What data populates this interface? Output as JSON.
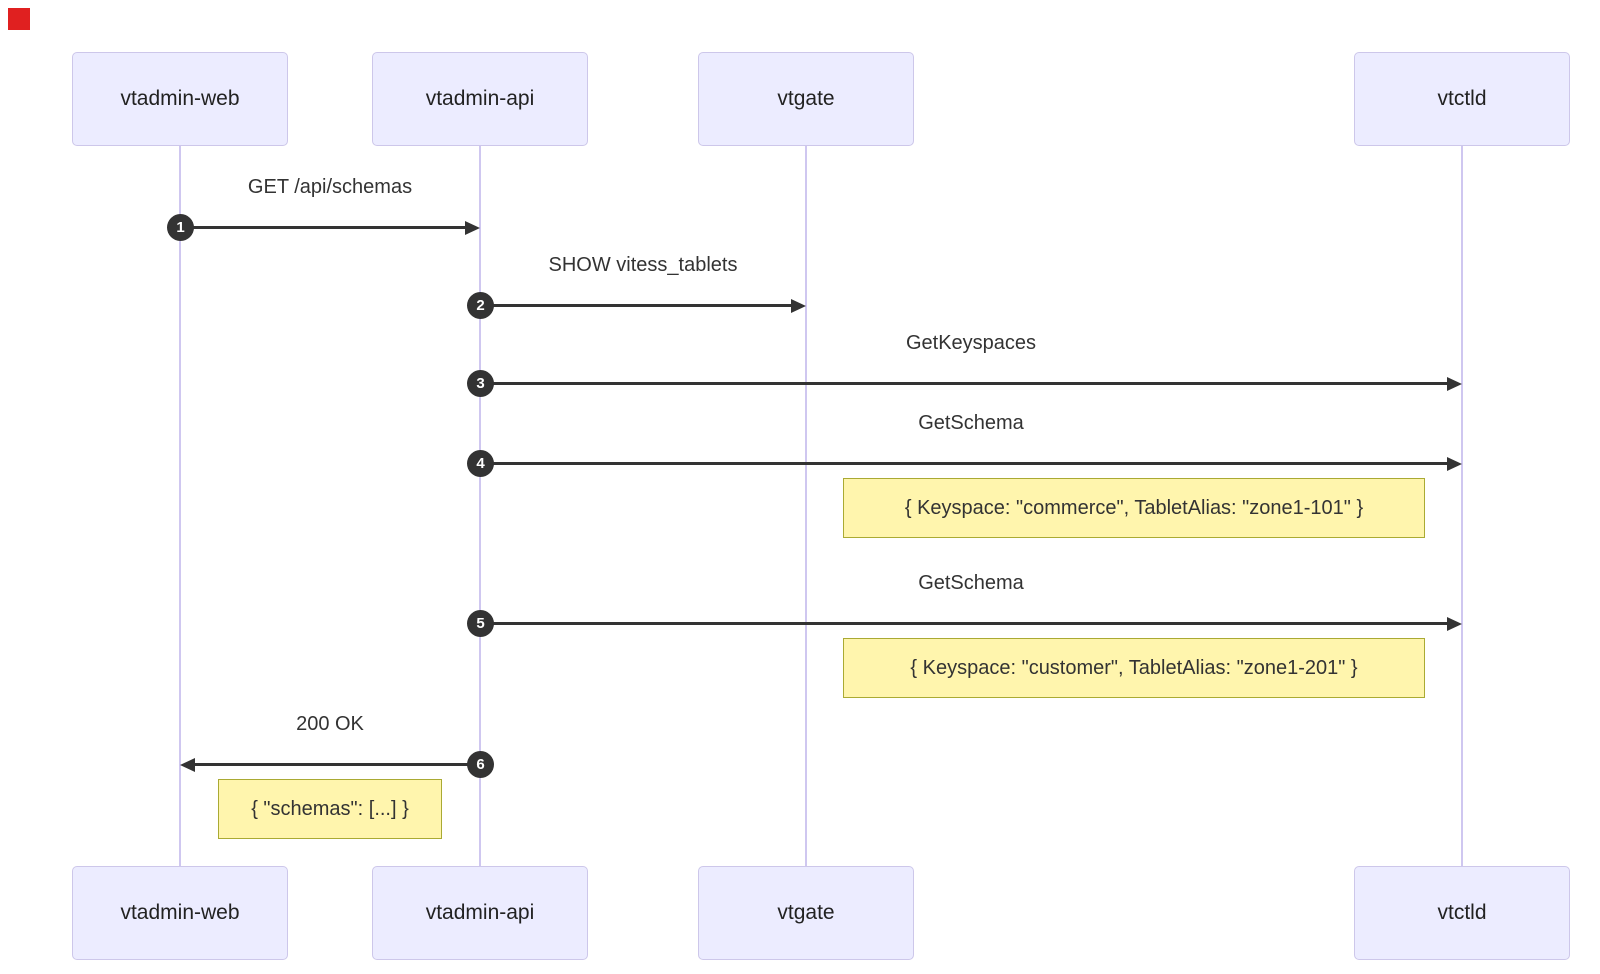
{
  "diagram_type": "sequence",
  "colors": {
    "background": "#ffffff",
    "actor_fill": "#ECECFF",
    "actor_border": "#cdc7ea",
    "actor_text": "#222222",
    "lifeline": "#cfc7f0",
    "arrow": "#333333",
    "badge_fill": "#333333",
    "badge_text": "#ffffff",
    "note_fill": "#fff5ad",
    "note_border": "#aaaa33",
    "message_text": "#333333",
    "marker_red": "#e02020"
  },
  "participants": [
    {
      "id": "vtadmin-web",
      "label": "vtadmin-web"
    },
    {
      "id": "vtadmin-api",
      "label": "vtadmin-api"
    },
    {
      "id": "vtgate",
      "label": "vtgate"
    },
    {
      "id": "vtctld",
      "label": "vtctld"
    }
  ],
  "messages": [
    {
      "number": "1",
      "from": "vtadmin-web",
      "to": "vtadmin-api",
      "label": "GET /api/schemas"
    },
    {
      "number": "2",
      "from": "vtadmin-api",
      "to": "vtgate",
      "label": "SHOW vitess_tablets"
    },
    {
      "number": "3",
      "from": "vtadmin-api",
      "to": "vtctld",
      "label": "GetKeyspaces"
    },
    {
      "number": "4",
      "from": "vtadmin-api",
      "to": "vtctld",
      "label": "GetSchema",
      "note": {
        "over": [
          "vtgate",
          "vtctld"
        ],
        "text": "{ Keyspace: \"commerce\", TabletAlias: \"zone1-101\" }"
      }
    },
    {
      "number": "5",
      "from": "vtadmin-api",
      "to": "vtctld",
      "label": "GetSchema",
      "note": {
        "over": [
          "vtgate",
          "vtctld"
        ],
        "text": "{ Keyspace: \"customer\", TabletAlias: \"zone1-201\" }"
      }
    },
    {
      "number": "6",
      "from": "vtadmin-api",
      "to": "vtadmin-web",
      "label": "200 OK",
      "note": {
        "over": [
          "vtadmin-web",
          "vtadmin-api"
        ],
        "text": "{ \"schemas\": [...] }"
      }
    }
  ]
}
